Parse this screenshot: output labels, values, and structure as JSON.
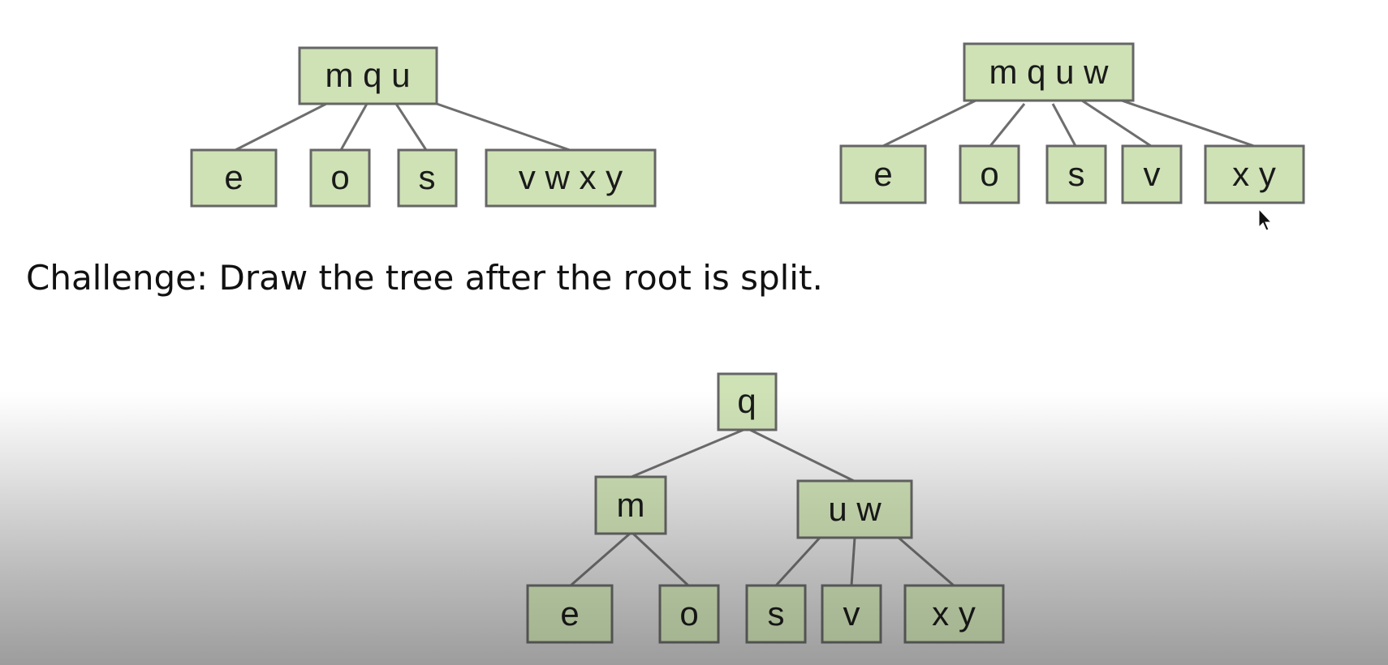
{
  "caption": "Challenge: Draw the tree after the root is split.",
  "node_color": "#cfe2b6",
  "diagrams": {
    "tree_a": {
      "root": "m q u",
      "children": [
        "e",
        "o",
        "s",
        "v w x y"
      ]
    },
    "tree_b": {
      "root": "m q u w",
      "children": [
        "e",
        "o",
        "s",
        "v",
        "x y"
      ]
    },
    "tree_c": {
      "root": "q",
      "left": "m",
      "right": "u w",
      "left_children": [
        "e",
        "o"
      ],
      "right_children": [
        "s",
        "v",
        "x y"
      ]
    }
  }
}
